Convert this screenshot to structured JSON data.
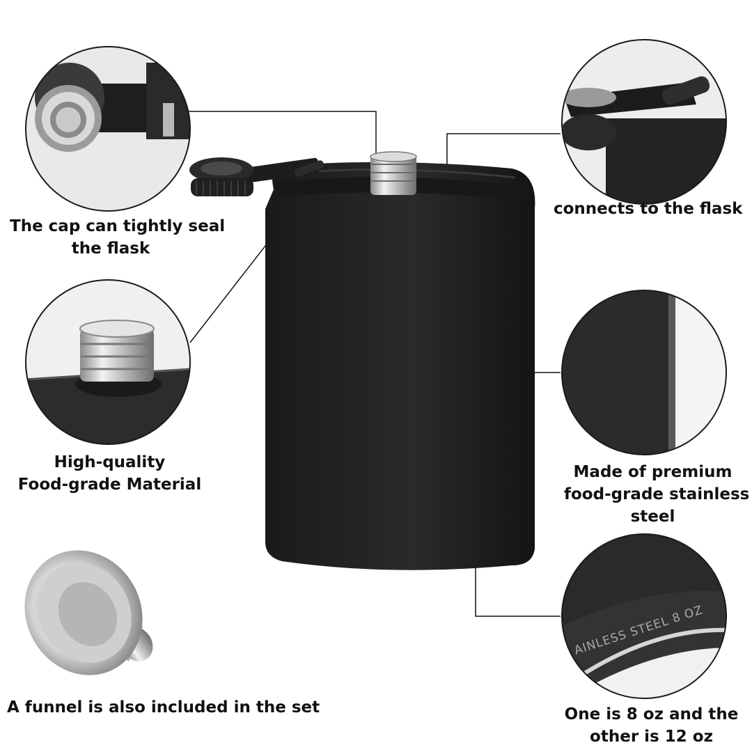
{
  "captions": {
    "cap_seal": [
      "The cap can tightly seal",
      "the flask"
    ],
    "hinge": [
      "connects to the flask"
    ],
    "material": [
      "High-quality",
      "Food-grade Material"
    ],
    "steel": [
      "Made of premium",
      "food-grade stainless",
      "steel"
    ],
    "funnel": [
      "A funnel is also included in the set"
    ],
    "size": [
      "One is 8 oz and the",
      "other is 12 oz"
    ]
  },
  "engraving": "AINLESS STEEL 8 OZ",
  "colors": {
    "background": "#ffffff",
    "flask_body": "#222222",
    "steel": "#c9c9c9",
    "line": "#111111",
    "circle_border": "#1a1a1a"
  }
}
